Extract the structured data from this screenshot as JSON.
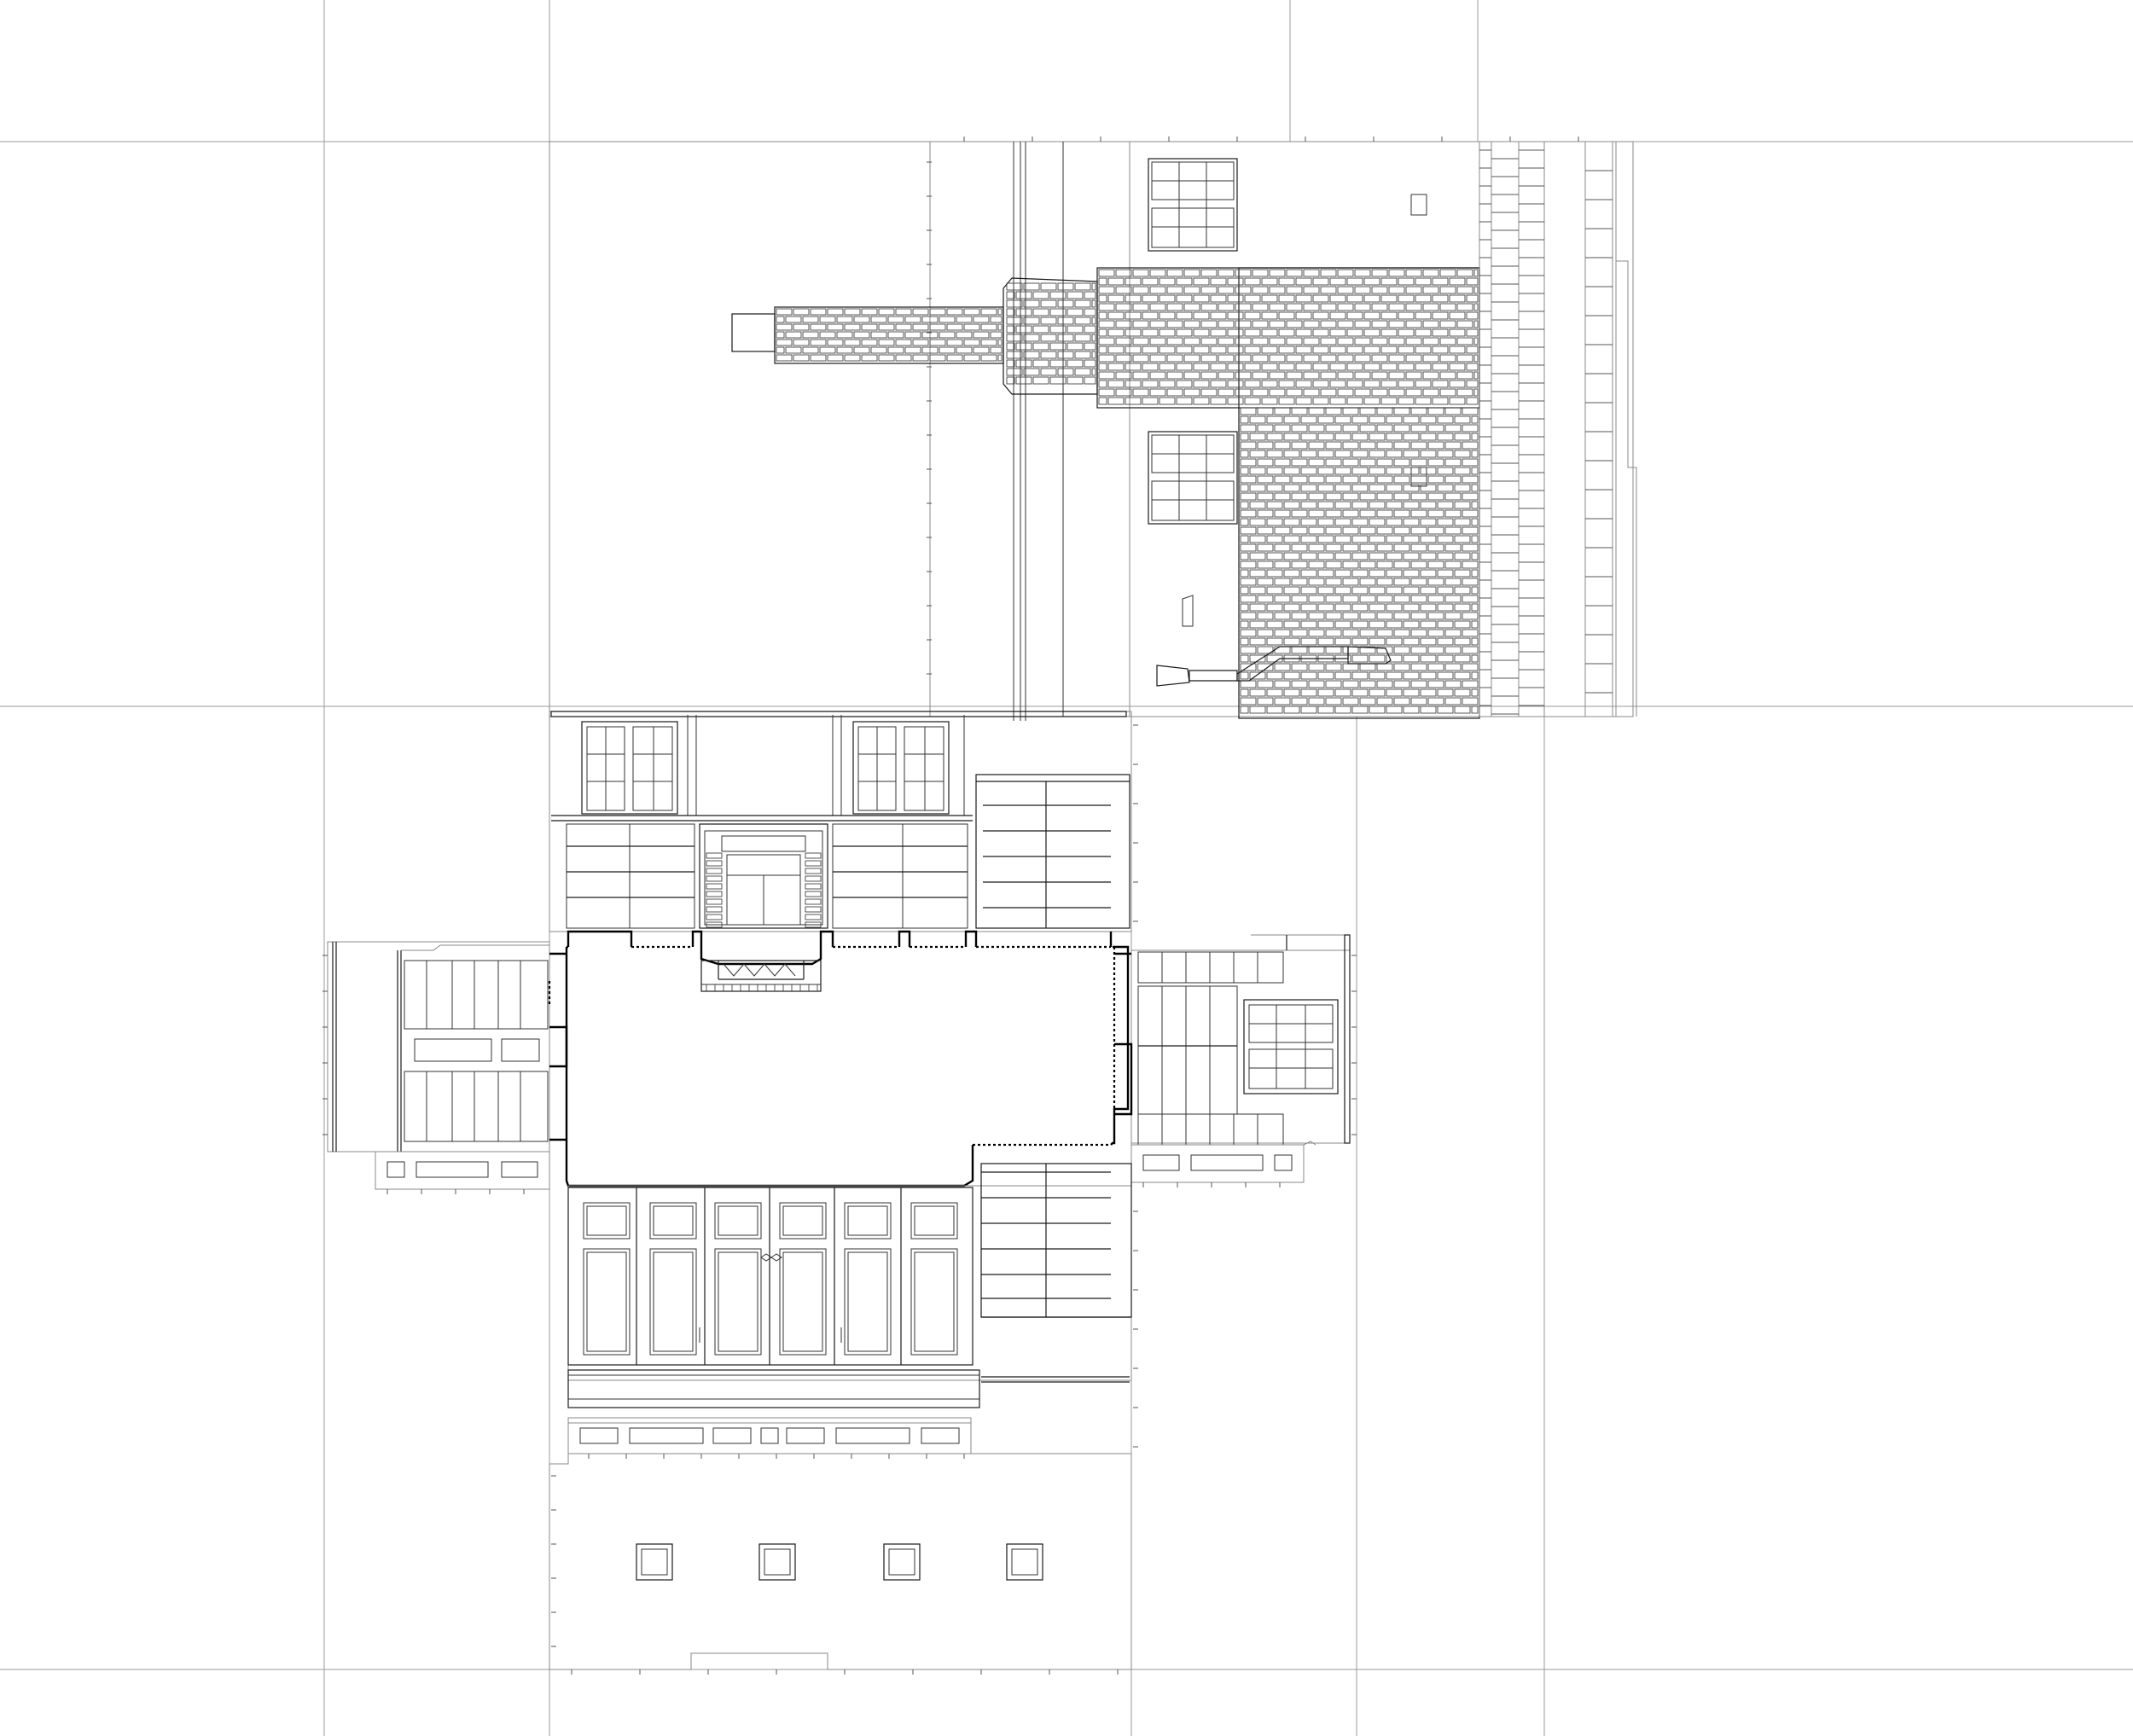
{
  "drawing": {
    "type": "unfolded interior elevation",
    "background": "#ffffff",
    "line_color": "#000000",
    "grid_color": "#9a9a9a"
  },
  "panels": [
    "ceiling-plan",
    "elevation-top-wall",
    "elevation-left-wall",
    "elevation-right-wall",
    "elevation-bottom-wall",
    "floor-plan"
  ],
  "elements": {
    "chimney": "brick-chimney",
    "fireplace": "fireplace-surround",
    "doors": "paneled-double-doors",
    "bookshelves": "built-in-shelving",
    "vents": "floor-vent-grilles"
  }
}
